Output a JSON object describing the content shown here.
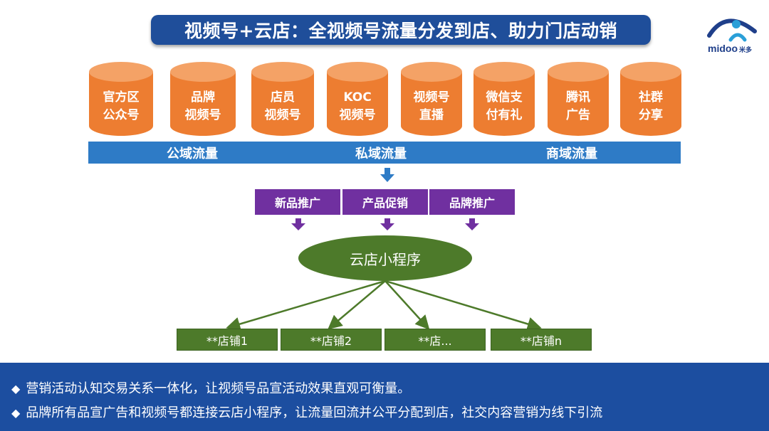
{
  "title": "视频号+云店：全视频号流量分发到店、助力门店动销",
  "logo": {
    "brand": "midoo",
    "subtitle": "米多"
  },
  "channels": [
    {
      "label": "官方区\n公众号"
    },
    {
      "label": "品牌\n视频号"
    },
    {
      "label": "店员\n视频号"
    },
    {
      "label": "KOC\n视频号"
    },
    {
      "label": "视频号\n直播"
    },
    {
      "label": "微信支\n付有礼"
    },
    {
      "label": "腾讯\n广告"
    },
    {
      "label": "社群\n分享"
    }
  ],
  "domains": {
    "public": "公域流量",
    "private": "私域流量",
    "commercial": "商域流量"
  },
  "promotions": [
    "新品推广",
    "产品促销",
    "品牌推广"
  ],
  "hub": "云店小程序",
  "shops": [
    "**店铺1",
    "**店铺2",
    "**店...",
    "**店铺n"
  ],
  "footer": {
    "bullet1": "营销活动认知交易关系一体化，让视频号品宣活动效果直观可衡量。",
    "bullet2": "品牌所有品宣广告和视频号都连接云店小程序，让流量回流并公平分配到店，社交内容营销为线下引流"
  },
  "colors": {
    "title_bg": "#1f4e9a",
    "cylinder": "#ed7d31",
    "domain_bar": "#2e7bc6",
    "promo": "#7030a0",
    "hub": "#4d7a2a",
    "footer_bg": "#1c4ea0"
  }
}
